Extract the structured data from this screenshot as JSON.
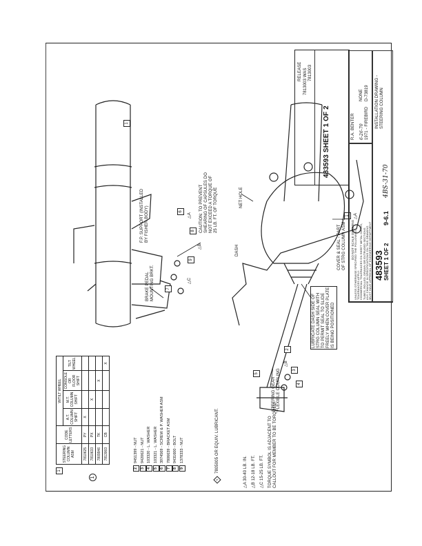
{
  "parts_table": {
    "label_box": "1",
    "headers": {
      "assembly": "Steering Column Asm",
      "code": "Code Letters",
      "group": "W/Tilt Wheel",
      "at_shift": "A.T. Column Shift",
      "mt_shift": "M.T. Column Shift",
      "console": "Console or Floor Shift",
      "tilt": "Tilt Wheel"
    },
    "rows": [
      {
        "asm": "7810625",
        "code": "PY",
        "at": "X",
        "mt": "",
        "console": "",
        "tilt": ""
      },
      {
        "asm": "7810633",
        "code": "PX",
        "at": "",
        "mt": "X",
        "console": "",
        "tilt": ""
      },
      {
        "asm": "7809946",
        "code": "TK",
        "at": "",
        "mt": "",
        "console": "X",
        "tilt": ""
      },
      {
        "asm": "7813003",
        "code": "CB",
        "at": "",
        "mt": "",
        "console": "",
        "tilt": "X"
      }
    ]
  },
  "view_symbol": "1",
  "parts_list": [
    {
      "num": "2",
      "text": "9451399 - Nut"
    },
    {
      "num": "3",
      "text": "9420621 - Nut"
    },
    {
      "num": "4",
      "text": "103320 - L. Washer"
    },
    {
      "num": "5",
      "text": "103321 - L. Washer"
    },
    {
      "num": "6",
      "text": "3974569 - Screw & P. Washer Asm"
    },
    {
      "num": "7",
      "text": "7806639 - Bracket Asm"
    },
    {
      "num": "8",
      "text": "9431600 - Bolt"
    },
    {
      "num": "9",
      "text": "1378333 - Nut"
    }
  ],
  "notes": {
    "lubricant_symbol": "A",
    "lubricant": "7805005 or equiv. lubricant.",
    "torques": [
      {
        "sym": "A",
        "text": "30-40 Lb. In."
      },
      {
        "sym": "B",
        "text": "12-18 Lb. Ft."
      },
      {
        "sym": "C",
        "text": "15-25 Lb. Ft."
      }
    ],
    "torque_note_1": "Torque symbol is adjacent to",
    "torque_note_2": "callout for member to be torqued."
  },
  "callouts": {
    "fp_support_1": "F.P. Support (Installed",
    "fp_support_2": "by Fisher Body)",
    "brake_1": "Brake Pedal",
    "brake_2": "Mounting Brkt.",
    "caution_1": "Caution: To prevent",
    "caution_2": "shearing of capsules do",
    "caution_3": "not exceed a torque of",
    "caution_4": "25 Lb. Ft. of torque",
    "net_hole": "Net Hole",
    "dash": "Dash",
    "cover_1": "Cover & Seal - Part",
    "cover_2": "of Strg Column Asm 1",
    "lube_1": "Lubricate dash side of",
    "lube_2": "strg column seal with",
    "lube_3": "to permit seal to slide",
    "lube_4": "freely when cover plate",
    "lube_5": "is being positioned",
    "coupling_1": "Steering Gear",
    "coupling_2": "Flexible Coupling",
    "item_boxes": [
      "1",
      "7",
      "6",
      "8",
      "9",
      "2",
      "3",
      "4",
      "5",
      "1"
    ],
    "torque_marks": [
      "A",
      "B",
      "C",
      "B",
      "A"
    ]
  },
  "revision_block": {
    "sheet_no": "483593",
    "sheet_of": "Sheet 1 of 2",
    "entries": [
      "Release",
      "7813003 was",
      "7813003"
    ]
  },
  "title_block": {
    "do_not_scale": "Do not scale drawing",
    "tolerance_1": "Unless otherwise specified the following",
    "tolerance_2": "tolerances apply:",
    "tolerance_3": "Commercial tolerances on sheet metal gages,",
    "tolerance_4": "tubes, rolled, drawn or extruded sections",
    "change_1": "Any change in specifications on this drawing",
    "change_2": "must have approval of engineering department",
    "date": "6-26-70",
    "scale": "None",
    "drawn_by": "R.A. Benter",
    "model": "1971 - Firebird",
    "dwg_ref": "D-73819",
    "name": "Installation Drawing -",
    "name_2": "Steering Column",
    "part_no": "483593",
    "sheet": "Sheet 1 of 2",
    "section": "9-6.1",
    "handwritten": "4BS-31-70"
  }
}
